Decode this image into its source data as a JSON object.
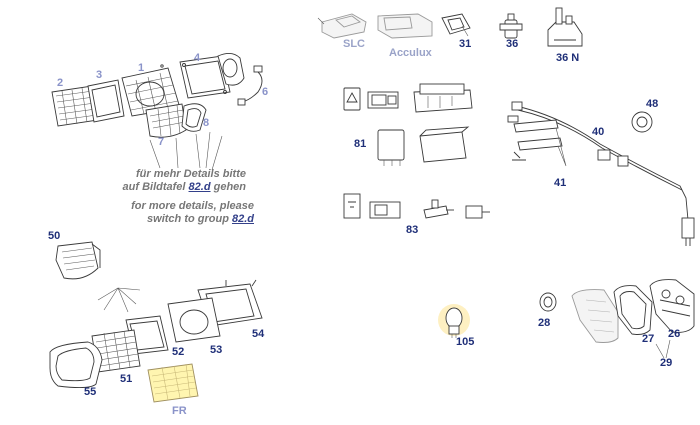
{
  "labels": {
    "slc": "SLC",
    "acculux": "Acculux",
    "p31": "31",
    "p36": "36",
    "p36n": "36 N",
    "p1": "1",
    "p2": "2",
    "p3": "3",
    "p4": "4",
    "p6": "6",
    "p7": "7",
    "p8": "8",
    "p48": "48",
    "p40": "40",
    "p81": "81",
    "p41": "41",
    "p83": "83",
    "p50": "50",
    "p54": "54",
    "p53": "53",
    "p52": "52",
    "p51": "51",
    "p55": "55",
    "fr": "FR",
    "p28": "28",
    "p26": "26",
    "p27": "27",
    "p29": "29",
    "p105": "105"
  },
  "note_de": {
    "line1": "für mehr Details bitte",
    "line2_pre": "auf Bildtafel ",
    "line2_ref": "82.d",
    "line2_post": " gehen"
  },
  "note_en": {
    "line1": "for more details, please",
    "line2_pre": "switch to group ",
    "line2_ref": "82.d"
  },
  "colors": {
    "label": "#1f2f78",
    "label_grey": "#9aa3c8",
    "note": "#777777",
    "fog_lens": "#fff5b0",
    "bulb_glow": "#fde9a8"
  }
}
